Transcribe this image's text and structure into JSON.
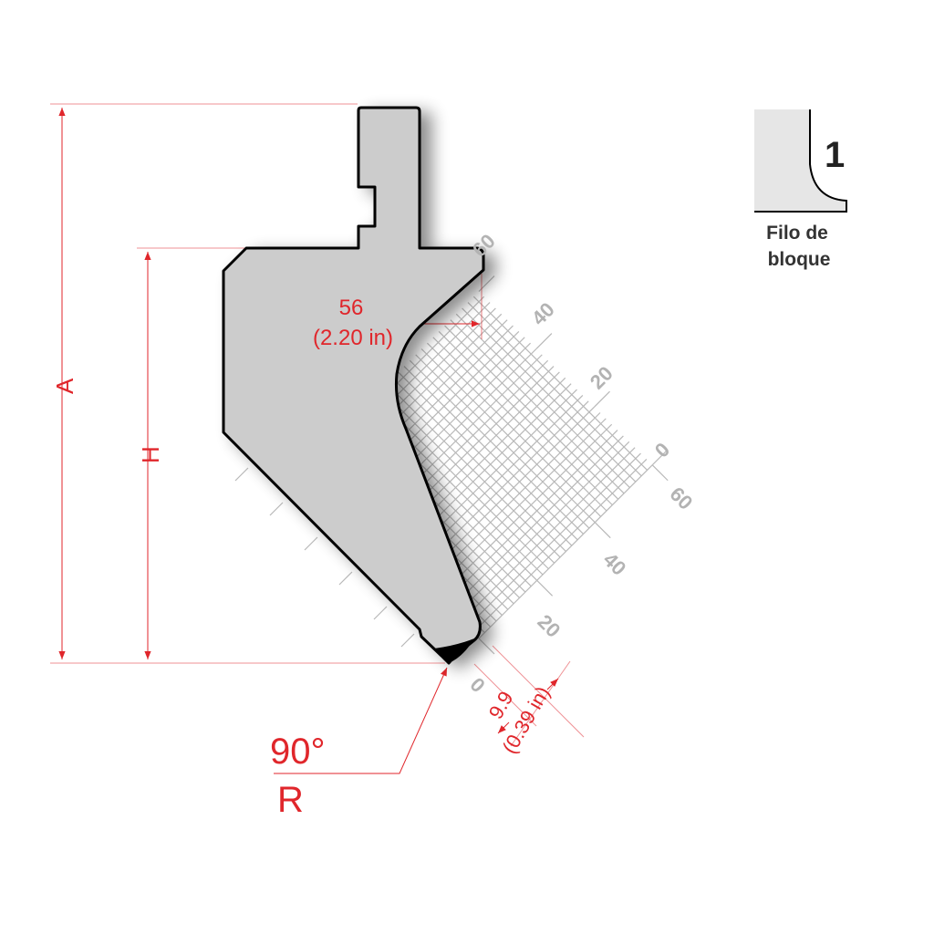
{
  "colors": {
    "dimension": "#e0262b",
    "punch_fill": "#cccccc",
    "grid": "#b8b8b8",
    "outline": "#000000"
  },
  "dimensions": {
    "A": "A",
    "H": "H",
    "width_mm": "56",
    "width_in": "(2.20 in)",
    "angle": "90°",
    "radius": "R",
    "tip_mm": "9.9",
    "tip_in": "(0.39 in)"
  },
  "grid_axis_1": [
    "0",
    "20",
    "40",
    "60"
  ],
  "grid_axis_2": [
    "0",
    "20",
    "40",
    "60"
  ],
  "legend": {
    "number": "1",
    "line1": "Filo de",
    "line2": "bloque"
  }
}
